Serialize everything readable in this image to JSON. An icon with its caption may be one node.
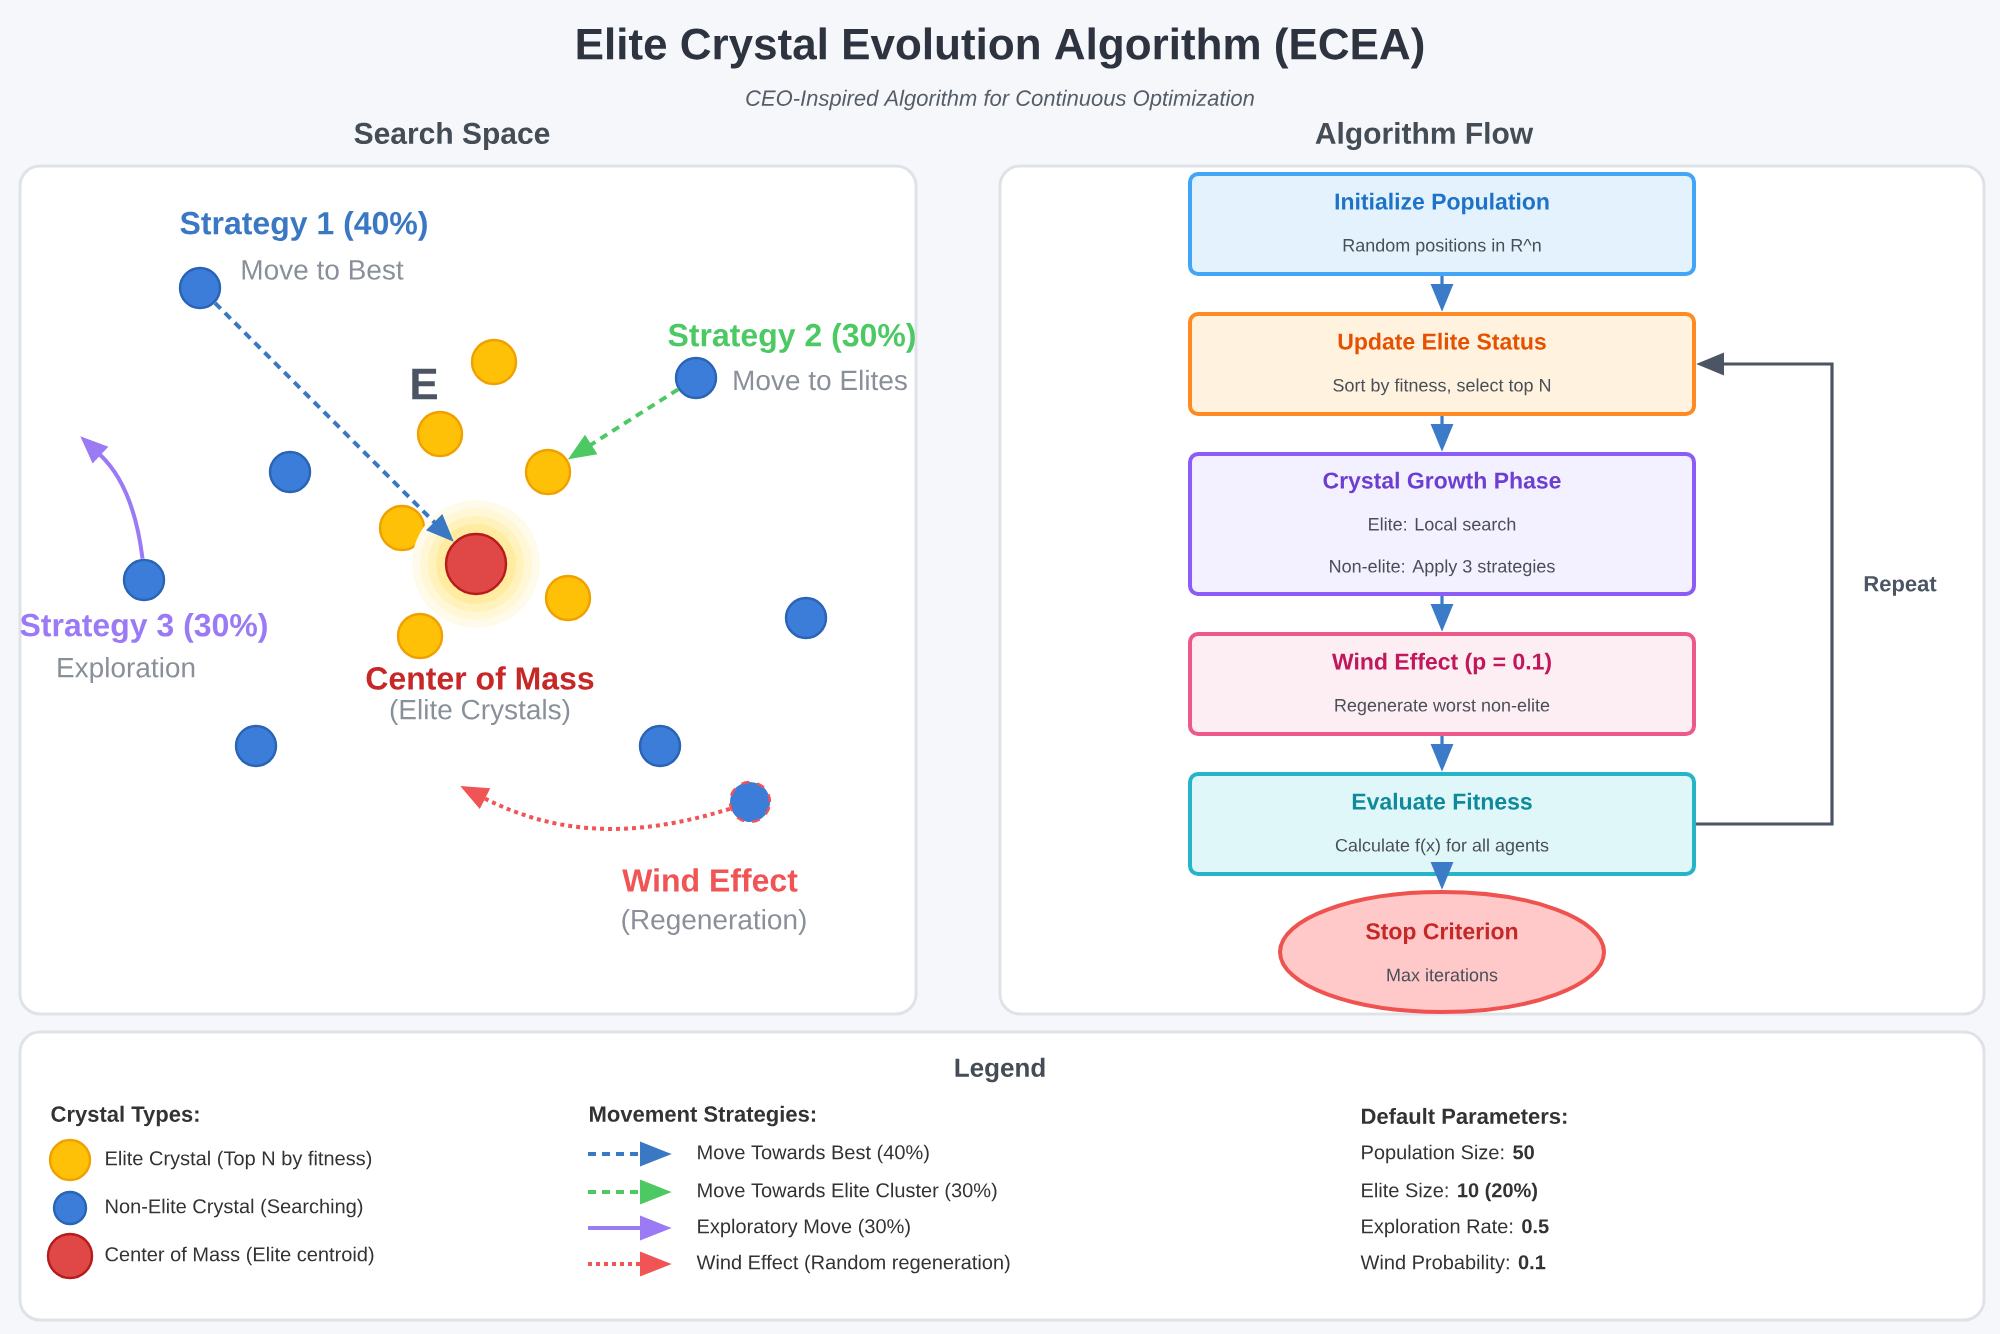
{
  "diagram": {
    "title": "Elite Crystal Evolution Algorithm (ECEA)",
    "caption": "CEO-Inspired Algorithm for Continuous Optimization",
    "nodes": [
      {
        "text": [
          "Search Space"
        ]
      },
      {
        "text": [],
        "shape": "circle",
        "in": 0,
        "beside": [
          "Strategy 1 (40%)",
          "Move to Best"
        ]
      },
      {
        "text": [],
        "shape": "circle",
        "in": 0
      },
      {
        "text": [],
        "shape": "circle",
        "in": 0,
        "beside": [
          "Strategy 2 (30%)",
          "Move to Elites"
        ]
      },
      {
        "text": [],
        "shape": "circle",
        "in": 0
      },
      {
        "text": [],
        "shape": "circle",
        "in": 0
      },
      {
        "text": [],
        "shape": "circle",
        "in": 0
      },
      {
        "text": [],
        "shape": "circle",
        "in": 0
      },
      {
        "text": [],
        "shape": "circle",
        "in": 0,
        "beside": [
          "Center of Mass",
          "(Elite Crystals)"
        ]
      },
      {
        "text": [],
        "shape": "circle",
        "in": 0,
        "beside": [
          "Strategy 3 (30%)",
          "Exploration"
        ]
      },
      {
        "text": [],
        "shape": "circle",
        "in": 0
      },
      {
        "text": [],
        "shape": "circle",
        "in": 0
      },
      {
        "text": [],
        "shape": "circle",
        "in": 0
      },
      {
        "text": [],
        "shape": "circle",
        "in": 0
      },
      {
        "text": [],
        "shape": "circle",
        "in": 0
      },
      {
        "text": [],
        "shape": "circle",
        "in": 0,
        "beside": [
          "Wind Effect",
          "(Regeneration)"
        ]
      },
      {
        "text": [
          "Algorithm Flow"
        ]
      },
      {
        "text": [
          "Initialize Population",
          "Random positions in R^n"
        ],
        "in": 16
      },
      {
        "text": [
          "Update Elite Status",
          "Sort by fitness, select top N"
        ],
        "in": 16
      },
      {
        "text": [
          "Crystal Growth Phase",
          "Elite: Local search",
          "Non-elite: Apply 3 strategies"
        ],
        "in": 16
      },
      {
        "text": [
          "Wind Effect (p = 0.1)",
          "Regenerate worst non-elite"
        ],
        "in": 16
      },
      {
        "text": [
          "Evaluate Fitness",
          "Calculate f(x) for all agents"
        ],
        "in": 16
      },
      {
        "text": [
          "Stop Criterion",
          "Max iterations"
        ],
        "in": 16
      }
    ],
    "edges": [
      {
        "from": 1,
        "to": 8,
        "arrow": "to",
        "style": "dashed",
        "color": "#3a78c4"
      },
      {
        "from": 3,
        "to": 6,
        "arrow": "to",
        "style": "dashed",
        "color": "#4cc963"
      },
      {
        "from": 9,
        "to": null,
        "arrow": "to",
        "color": "#9b7bf5"
      },
      {
        "from": 15,
        "to": null,
        "arrow": "to",
        "style": "dashed",
        "color": "#f05454"
      },
      {
        "from": 17,
        "to": 18,
        "arrow": "to"
      },
      {
        "from": 18,
        "to": 19,
        "arrow": "to"
      },
      {
        "from": 19,
        "to": 20,
        "arrow": "to"
      },
      {
        "from": 20,
        "to": 21,
        "arrow": "to"
      },
      {
        "from": 21,
        "to": 22,
        "arrow": "to"
      },
      {
        "from": 21,
        "to": 18,
        "arrow": "to",
        "label": "Repeat",
        "color": "#4b5563"
      }
    ],
    "labels": [
      "E",
      "Legend",
      "Crystal Types:",
      "Movement Strategies:",
      "Default Parameters:",
      "Population Size: **50**",
      "Elite Size: **10 (20%)**",
      "Exploration Rate: **0.5**",
      "Wind Probability: **0.1**"
    ],
    "legend": [
      {
        "text": "Elite Crystal (Top N by fitness)",
        "color": "#ffc107"
      },
      {
        "text": "Non-Elite Crystal (Searching)",
        "color": "#3b7dd8"
      },
      {
        "text": "Center of Mass (Elite centroid)",
        "color": "#e04848"
      },
      {
        "text": "Move Towards Best (40%)"
      },
      {
        "text": "Move Towards Elite Cluster (30%)"
      },
      {
        "text": "Exploratory Move (30%)"
      },
      {
        "text": "Wind Effect (Random regeneration)"
      }
    ]
  }
}
